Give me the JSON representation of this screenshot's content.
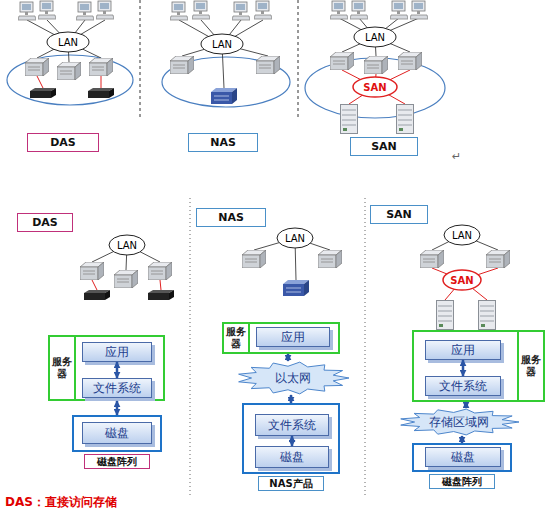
{
  "diagram": {
    "nodes": [
      {
        "text": [
          "LAN"
        ]
      },
      {
        "text": [
          "LAN"
        ]
      },
      {
        "text": [
          "LAN"
        ]
      },
      {
        "text": [
          "SAN"
        ]
      },
      {
        "text": [
          "DAS"
        ]
      },
      {
        "text": [
          "NAS"
        ]
      },
      {
        "text": [
          "SAN"
        ]
      },
      {
        "text": [
          "DAS"
        ]
      },
      {
        "text": [
          "NAS"
        ]
      },
      {
        "text": [
          "SAN"
        ]
      },
      {
        "text": [
          "LAN"
        ]
      },
      {
        "text": [
          "LAN"
        ]
      },
      {
        "text": [
          "LAN"
        ]
      },
      {
        "text": [
          "SAN"
        ]
      },
      {
        "text": [
          "服务器"
        ]
      },
      {
        "text": [
          "应用"
        ],
        "in": 14
      },
      {
        "text": [
          "文件系统"
        ],
        "in": 14
      },
      {
        "text": [
          "磁盘阵列"
        ]
      },
      {
        "text": [
          "磁盘"
        ],
        "in": 17
      },
      {
        "text": [
          "服务器"
        ]
      },
      {
        "text": [
          "应用"
        ],
        "in": 19
      },
      {
        "text": [
          "以太网"
        ]
      },
      {
        "text": [
          "NAS产品"
        ]
      },
      {
        "text": [
          "文件系统"
        ],
        "in": 22
      },
      {
        "text": [
          "磁盘"
        ],
        "in": 22
      },
      {
        "text": [
          "服务器"
        ]
      },
      {
        "text": [
          "应用"
        ],
        "in": 25
      },
      {
        "text": [
          "文件系统"
        ],
        "in": 25
      },
      {
        "text": [
          "存储区域网"
        ]
      },
      {
        "text": [
          "磁盘阵列"
        ]
      },
      {
        "text": [
          "磁盘"
        ],
        "in": 29
      }
    ],
    "edges": [
      {
        "from": 15,
        "to": 16,
        "arrow": "both"
      },
      {
        "from": 14,
        "to": 17,
        "arrow": "both"
      },
      {
        "from": 19,
        "to": 21,
        "arrow": "both"
      },
      {
        "from": 21,
        "to": 22,
        "arrow": "both"
      },
      {
        "from": 23,
        "to": 24,
        "arrow": "both"
      },
      {
        "from": 26,
        "to": 27,
        "arrow": "both"
      },
      {
        "from": 25,
        "to": 28,
        "arrow": "both"
      },
      {
        "from": 28,
        "to": 29,
        "arrow": "both"
      }
    ],
    "labels": [
      "↵",
      "DAS：直接访问存储"
    ]
  }
}
